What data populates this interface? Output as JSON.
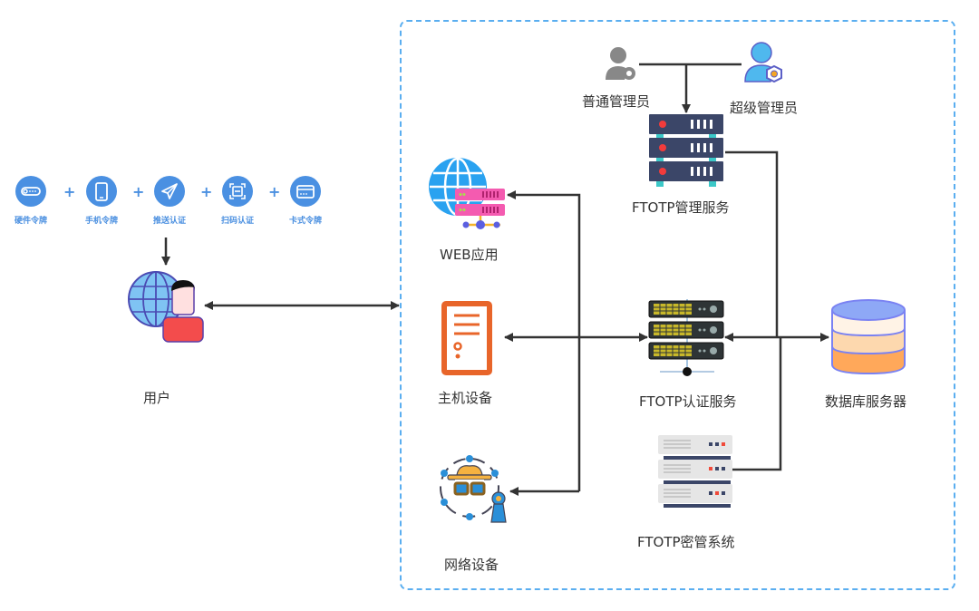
{
  "diagram": {
    "auth_methods": [
      {
        "label": "硬件令牌",
        "icon": "hardware-token-icon"
      },
      {
        "label": "手机令牌",
        "icon": "mobile-phone-icon"
      },
      {
        "label": "推送认证",
        "icon": "paper-plane-icon"
      },
      {
        "label": "扫码认证",
        "icon": "qr-scan-icon"
      },
      {
        "label": "卡式令牌",
        "icon": "card-token-icon"
      }
    ],
    "plus_sign": "+",
    "user": {
      "label": "用户",
      "icon": "globe-user-icon"
    },
    "admins": {
      "normal": {
        "label": "普通管理员",
        "icon": "admin-gear-icon"
      },
      "super": {
        "label": "超级管理员",
        "icon": "super-admin-icon"
      }
    },
    "nodes": {
      "mgmt_service": {
        "label": "FTOTP管理服务",
        "icon": "server-rack-icon"
      },
      "web_app": {
        "label": "WEB应用",
        "icon": "web-server-icon"
      },
      "host_device": {
        "label": "主机设备",
        "icon": "host-device-icon"
      },
      "auth_service": {
        "label": "FTOTP认证服务",
        "icon": "auth-server-icon"
      },
      "database": {
        "label": "数据库服务器",
        "icon": "database-icon"
      },
      "network_device": {
        "label": "网络设备",
        "icon": "network-device-icon"
      },
      "key_mgmt": {
        "label": "FTOTP密管系统",
        "icon": "key-server-icon"
      }
    },
    "colors": {
      "boundary": "#5aaef0",
      "connector": "#333333",
      "token_blue": "#4a90e2"
    }
  }
}
